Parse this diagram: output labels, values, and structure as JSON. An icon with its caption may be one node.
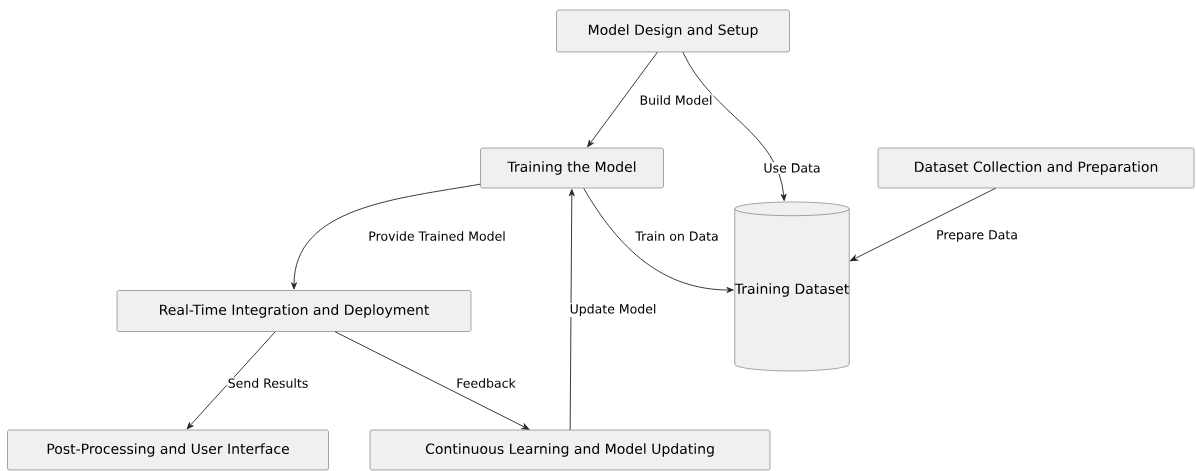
{
  "diagram": {
    "nodes": [
      {
        "text": [
          "Model Design and Setup"
        ]
      },
      {
        "text": [
          "Training the Model"
        ]
      },
      {
        "text": [
          "Dataset Collection and Preparation"
        ]
      },
      {
        "text": [
          "Real-Time Integration and Deployment"
        ]
      },
      {
        "text": [
          "Training Dataset"
        ]
      },
      {
        "text": [
          "Post-Processing and User Interface"
        ]
      },
      {
        "text": [
          "Continuous Learning and Model Updating"
        ]
      }
    ],
    "edges": [
      {
        "from": 0,
        "to": 1,
        "arrow": "to",
        "label": "Build Model"
      },
      {
        "from": 0,
        "to": 4,
        "arrow": "to",
        "label": "Use Data"
      },
      {
        "from": 2,
        "to": 4,
        "arrow": "to",
        "label": "Prepare Data"
      },
      {
        "from": 1,
        "to": 3,
        "arrow": "to",
        "label": "Provide Trained Model"
      },
      {
        "from": 1,
        "to": 4,
        "arrow": "to",
        "label": "Train on Data"
      },
      {
        "from": 3,
        "to": 5,
        "arrow": "to",
        "label": "Send Results"
      },
      {
        "from": 3,
        "to": 6,
        "arrow": "to",
        "label": "Feedback"
      },
      {
        "from": 6,
        "to": 1,
        "arrow": "to",
        "label": "Update Model"
      }
    ]
  }
}
